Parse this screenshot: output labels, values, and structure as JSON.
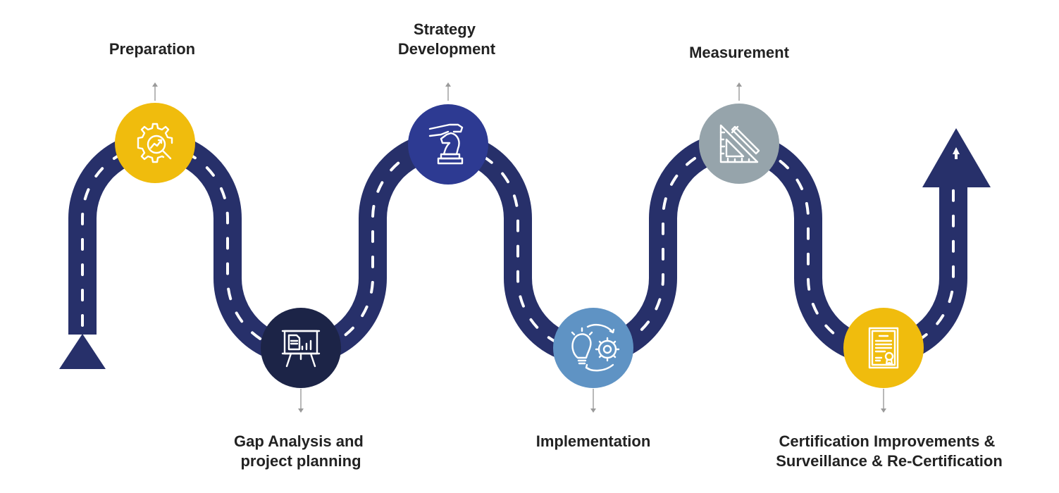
{
  "colors": {
    "road": "#27306a",
    "road_dash": "#ffffff",
    "connector": "#9a9a9a",
    "label_text": "#222222"
  },
  "steps": [
    {
      "name": "preparation",
      "label_lines": [
        "Preparation"
      ],
      "icon": "gear-magnifier-trend-icon",
      "color": "#f0bc0d"
    },
    {
      "name": "gap-analysis",
      "label_lines": [
        "Gap Analysis and",
        "project planning"
      ],
      "icon": "presentation-board-chart-icon",
      "color": "#1c2447"
    },
    {
      "name": "strategy-development",
      "label_lines": [
        "Strategy",
        "Development"
      ],
      "icon": "hand-chess-knight-icon",
      "color": "#2d3a92"
    },
    {
      "name": "implementation",
      "label_lines": [
        "Implementation"
      ],
      "icon": "lightbulb-gear-cycle-icon",
      "color": "#5f93c4"
    },
    {
      "name": "measurement",
      "label_lines": [
        "Measurement"
      ],
      "icon": "ruler-triangle-pencil-icon",
      "color": "#96a4ab"
    },
    {
      "name": "certification",
      "label_lines": [
        "Certification Improvements &",
        "Surveillance & Re-Certification"
      ],
      "icon": "certificate-document-icon",
      "color": "#f0bc0d"
    }
  ]
}
